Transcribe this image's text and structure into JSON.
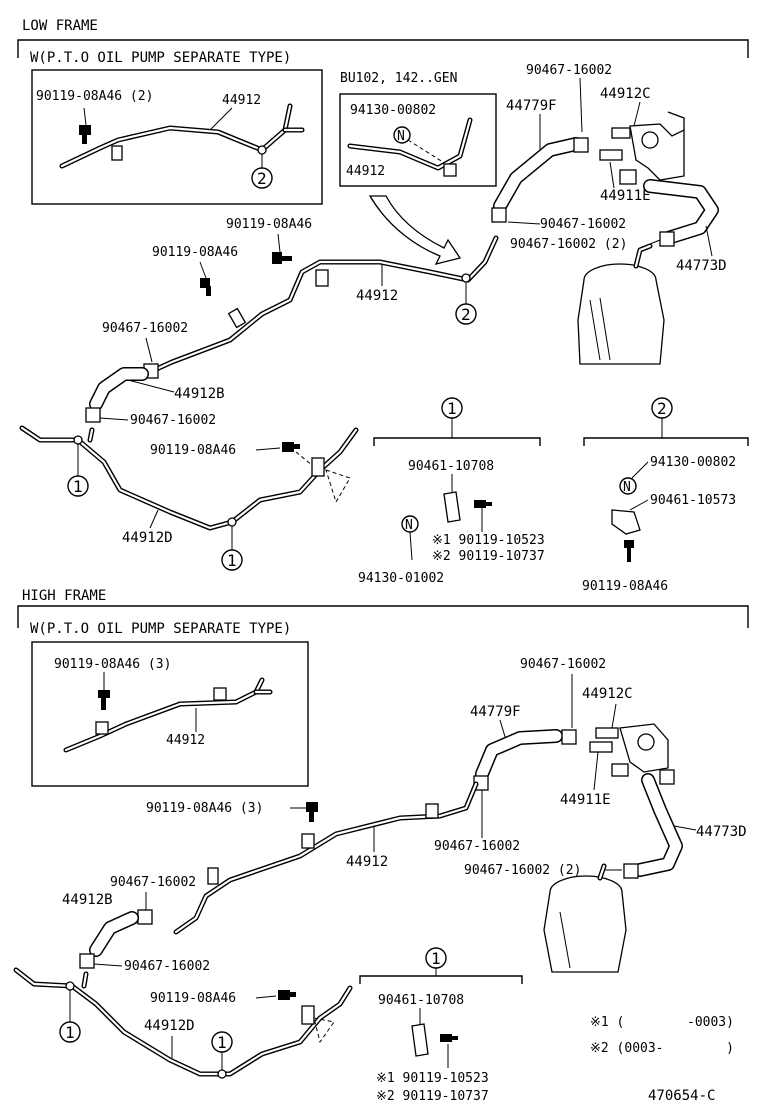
{
  "low": {
    "title": "LOW FRAME",
    "subtitle": "W(P.T.O OIL PUMP SEPARATE TYPE)",
    "variant": "BU102, 142..GEN",
    "inset_bolt": "90119-08A46 (2)",
    "inset_pipe": "44912",
    "inset_marker": "2",
    "v_part": "94130-00802",
    "v_n": "N",
    "v_pipe": "44912",
    "hose_f": "44779F",
    "clamp_top": "90467-16002",
    "union_c": "44912C",
    "union_e": "44911E",
    "clamp_mid": "90467-16002",
    "clamp_two": "90467-16002 (2)",
    "hose_d": "44773D",
    "bolt_a": "90119-08A46",
    "bolt_b": "90119-08A46",
    "pipe_main": "44912",
    "marker_main": "2",
    "clamp_l1": "90467-16002",
    "hose_b": "44912B",
    "clamp_l2": "90467-16002",
    "bolt_c": "90119-08A46",
    "pipe_d": "44912D",
    "marker_l": "1",
    "marker_d": "1",
    "d1_head": "1",
    "d1_clamp": "90461-10708",
    "d1_n": "N",
    "d1_bolt1": "※1 90119-10523",
    "d1_bolt2": "※2 90119-10737",
    "d1_nut": "94130-01002",
    "d2_head": "2",
    "d2_n": "N",
    "d2_nut": "94130-00802",
    "d2_clamp": "90461-10573",
    "d2_bolt": "90119-08A46"
  },
  "high": {
    "title": "HIGH FRAME",
    "subtitle": "W(P.T.O OIL PUMP SEPARATE TYPE)",
    "inset_bolt": "90119-08A46 (3)",
    "inset_pipe": "44912",
    "clamp_top": "90467-16002",
    "union_c": "44912C",
    "hose_f": "44779F",
    "union_e": "44911E",
    "hose_d": "44773D",
    "bolt_a": "90119-08A46 (3)",
    "pipe_main": "44912",
    "clamp_mid": "90467-16002",
    "clamp_two": "90467-16002 (2)",
    "clamp_l1": "90467-16002",
    "hose_b": "44912B",
    "clamp_l2": "90467-16002",
    "bolt_c": "90119-08A46",
    "pipe_d": "44912D",
    "marker_l": "1",
    "marker_d": "1",
    "d1_head": "1",
    "d1_clamp": "90461-10708",
    "d1_bolt1": "※1 90119-10523",
    "d1_bolt2": "※2 90119-10737"
  },
  "notes": {
    "n1": "※1 (        -0003)",
    "n2": "※2 (0003-        )",
    "fig": "470654-C"
  }
}
